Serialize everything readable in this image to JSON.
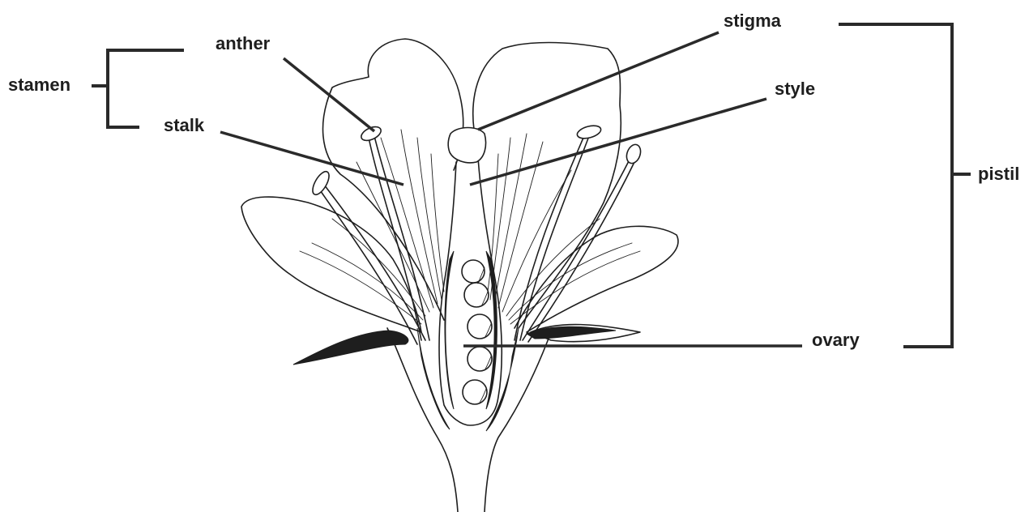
{
  "labels": {
    "stamen": "stamen",
    "anther": "anther",
    "stalk": "stalk",
    "stigma": "stigma",
    "style": "style",
    "pistil": "pistil",
    "ovary": "ovary"
  },
  "colors": {
    "ink": "#1e1e1e",
    "background": "#ffffff"
  }
}
